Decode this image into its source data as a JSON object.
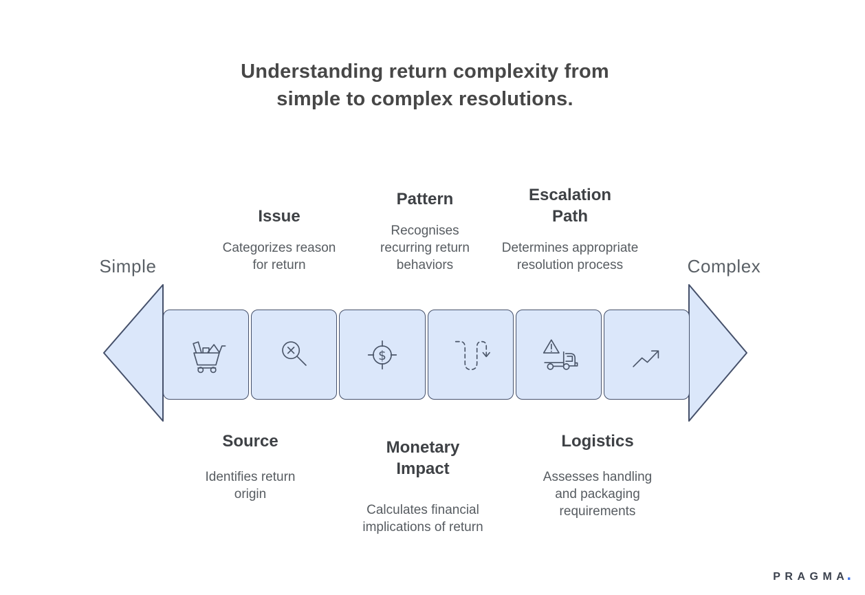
{
  "title": {
    "lines": [
      "Understanding return complexity from",
      "simple to complex resolutions."
    ]
  },
  "axis": {
    "left_label": "Simple",
    "right_label": "Complex"
  },
  "stages": [
    {
      "name": "Source",
      "description": "Identifies return origin",
      "icon": "shopping-cart-icon"
    },
    {
      "name": "Issue",
      "description": "Categorizes reason for return",
      "icon": "magnifier-x-icon"
    },
    {
      "name": "Monetary Impact",
      "description": "Calculates financial implications of return",
      "icon": "dollar-target-icon"
    },
    {
      "name": "Pattern",
      "description": "Recognises recurring return behaviors",
      "icon": "winding-path-arrow-icon"
    },
    {
      "name": "Logistics",
      "description": "Assesses handling and packaging requirements",
      "icon": "truck-warning-icon"
    },
    {
      "name": "Escalation Path",
      "description": "Determines appropriate resolution process",
      "icon": "trend-up-arrow-icon"
    }
  ],
  "branding": {
    "logo_text": "PRAGMA",
    "logo_dot": "."
  },
  "colors": {
    "box_fill": "#dbe7fa",
    "box_stroke": "#45506a",
    "icon_stroke": "#4a5568",
    "title_color": "#474747",
    "heading_color": "#3e4145",
    "body_color": "#575c61",
    "endpoint_color": "#5a6066",
    "logo_color": "#3c424e",
    "logo_dot": "#4677e8"
  }
}
